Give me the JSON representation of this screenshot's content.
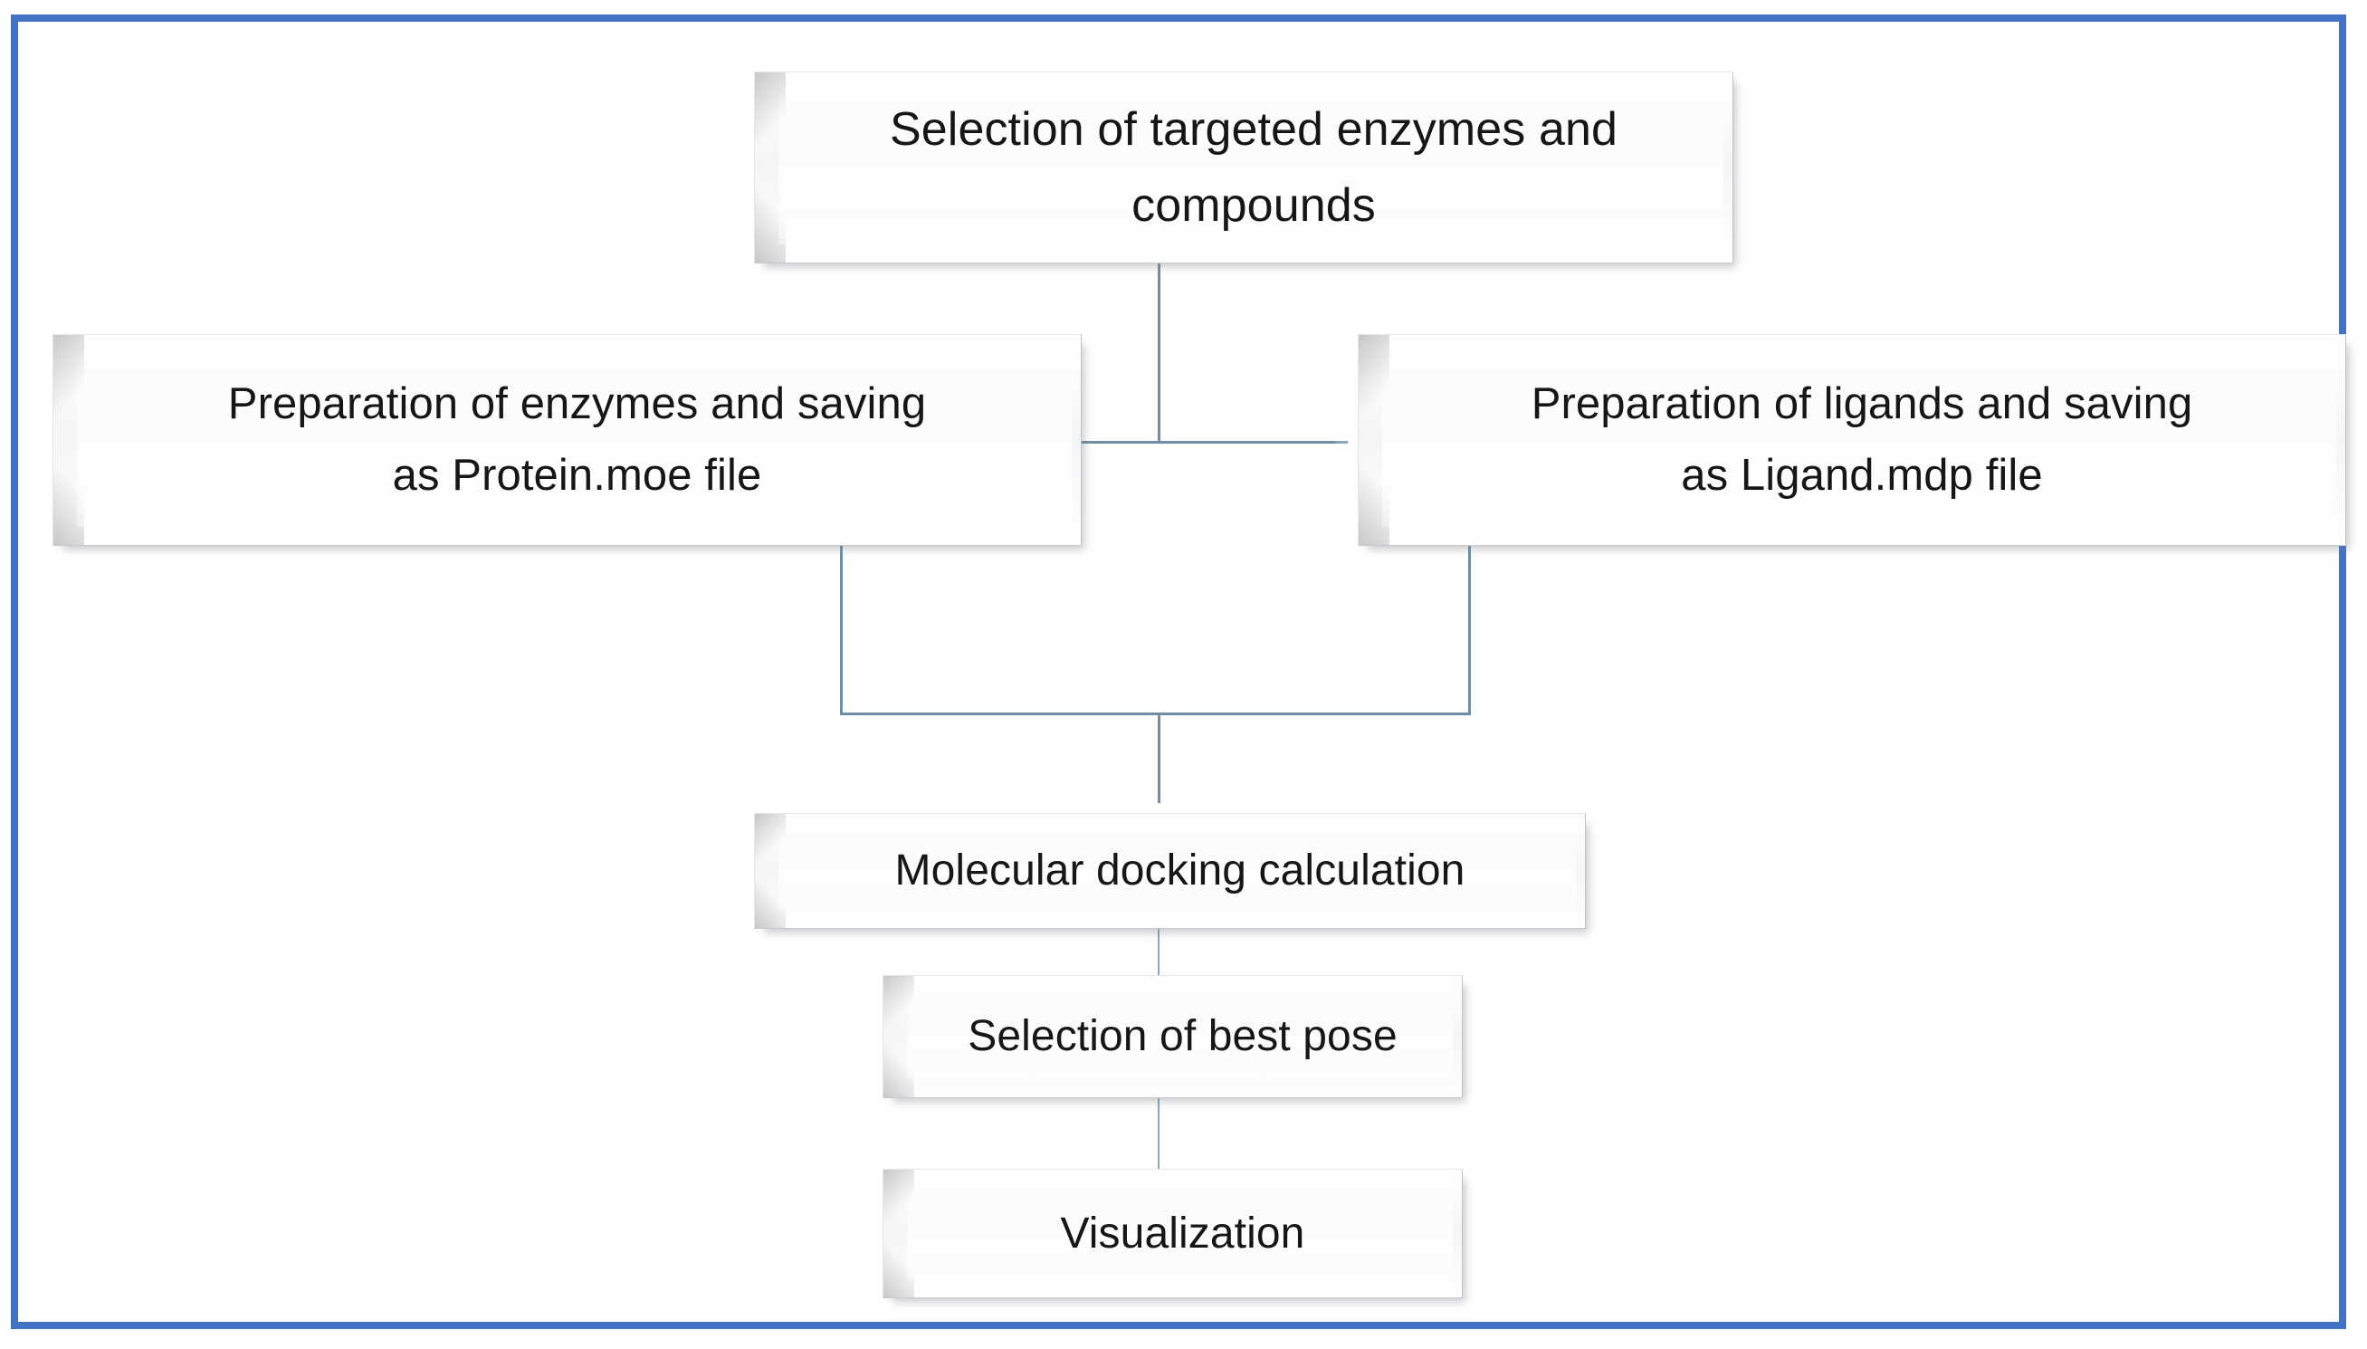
{
  "figure": {
    "kind": "flowchart",
    "orientation": "top-to-bottom",
    "frame_color": "#4472C4",
    "connector_color": "#6D8EA6",
    "node_fill": "#F5F6F7",
    "text_color": "#161616"
  },
  "nodes": {
    "top": {
      "id": "selection-of-targeted-enzymes-and-compounds",
      "label": "Selection of targeted enzymes and compounds"
    },
    "left": {
      "id": "preparation-of-enzymes",
      "label": "Preparation of enzymes and saving\nas Protein.moe file",
      "line1": "Preparation of enzymes and saving",
      "line2": "as Protein.moe file"
    },
    "right": {
      "id": "preparation-of-ligands",
      "label": "Preparation of ligands and saving\nas Ligand.mdp file",
      "line1": "Preparation of ligands and saving",
      "line2": "as Ligand.mdp file"
    },
    "docking": {
      "id": "molecular-docking-calculation",
      "label": "Molecular docking calculation"
    },
    "pose": {
      "id": "selection-of-best-pose",
      "label": "Selection of best pose"
    },
    "visualization": {
      "id": "visualization",
      "label": "Visualization"
    }
  },
  "edges": [
    {
      "from": "top",
      "to": "left",
      "style": "orthogonal"
    },
    {
      "from": "top",
      "to": "right",
      "style": "orthogonal"
    },
    {
      "from": "left",
      "to": "docking",
      "style": "orthogonal"
    },
    {
      "from": "right",
      "to": "docking",
      "style": "orthogonal"
    },
    {
      "from": "docking",
      "to": "pose",
      "style": "straight"
    },
    {
      "from": "pose",
      "to": "visualization",
      "style": "straight"
    }
  ]
}
